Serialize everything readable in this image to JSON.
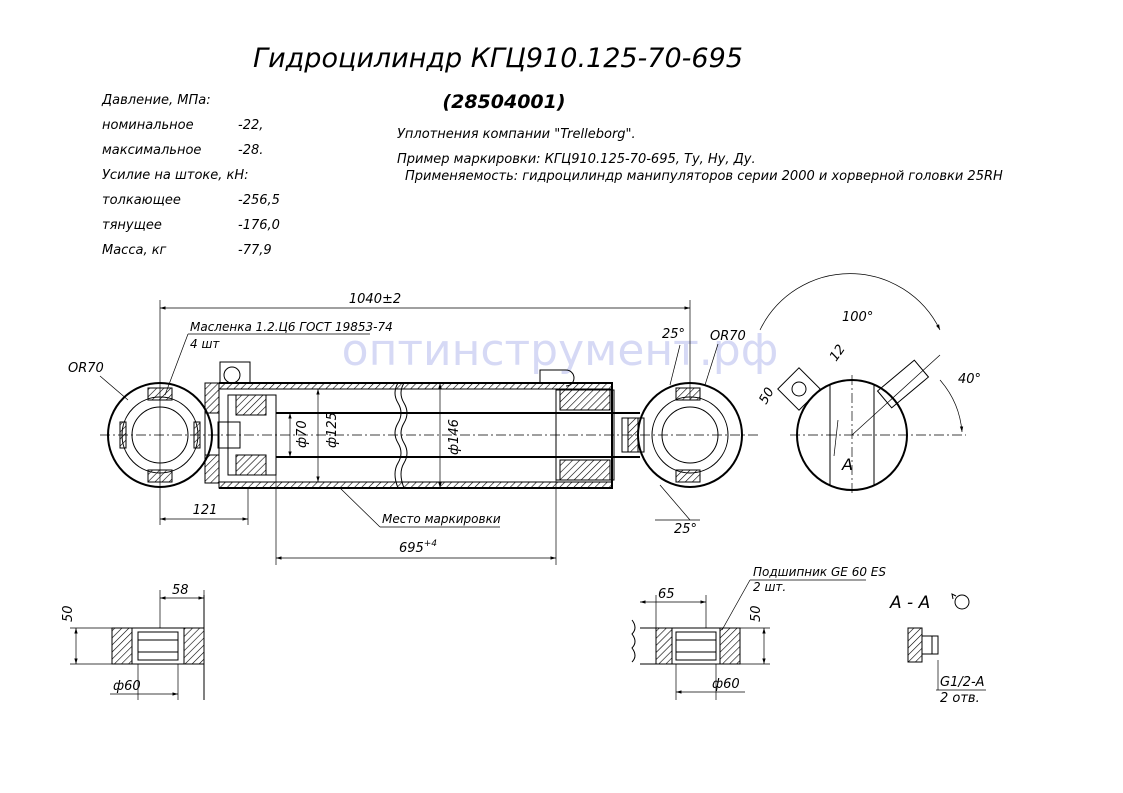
{
  "title": "Гидроцилиндр КГЦ910.125-70-695",
  "part_number": "(28504001)",
  "specs": {
    "pressure_header": "Давление, МПа:",
    "nominal_label": "номинальное",
    "nominal_value": "-22,",
    "max_label": "максимальное",
    "max_value": "-28.",
    "force_header": "Усилие на штоке, кН:",
    "push_label": "толкающее",
    "push_value": "-256,5",
    "pull_label": "тянущее",
    "pull_value": "-176,0",
    "mass_label": "Масса, кг",
    "mass_value": "-77,9"
  },
  "notes": {
    "seals": "Уплотнения компании \"Trelleborg\".",
    "marking": "Пример маркировки: КГЦ910.125-70-695, Ту, Ну, Ду.",
    "application": "Применяемость: гидроцилиндр манипуляторов серии 2000 и хорверной головки 25RH"
  },
  "watermark": "оптинструмент.рф",
  "dimensions": {
    "overall_length": "1040±2",
    "stroke_base": "695",
    "stroke_sup": "+4",
    "left_offset": "121",
    "rod_dia": "ф70",
    "bore_dia": "ф125",
    "barrel_dia": "ф146",
    "left_radius": "OR70",
    "right_radius": "OR70",
    "angle_top": "25°",
    "angle_bottom": "25°",
    "angle_100": "100°",
    "angle_40": "40°",
    "view_50": "50",
    "view_12": "12",
    "section_label": "A",
    "left_width": "58",
    "left_height": "50",
    "left_bore": "ф60",
    "right_width": "65",
    "right_height": "50",
    "right_bore": "ф60"
  },
  "callouts": {
    "grease_fitting": "Масленка 1.2.Ц6 ГОСТ 19853-74",
    "grease_qty": "4 шт",
    "marking_place": "Место маркировки",
    "bearing": "Подшипник GE 60 ES",
    "bearing_qty": "2 шт.",
    "section_title": "А - А",
    "port_thread": "G1/2-A",
    "port_qty": "2 отв."
  }
}
